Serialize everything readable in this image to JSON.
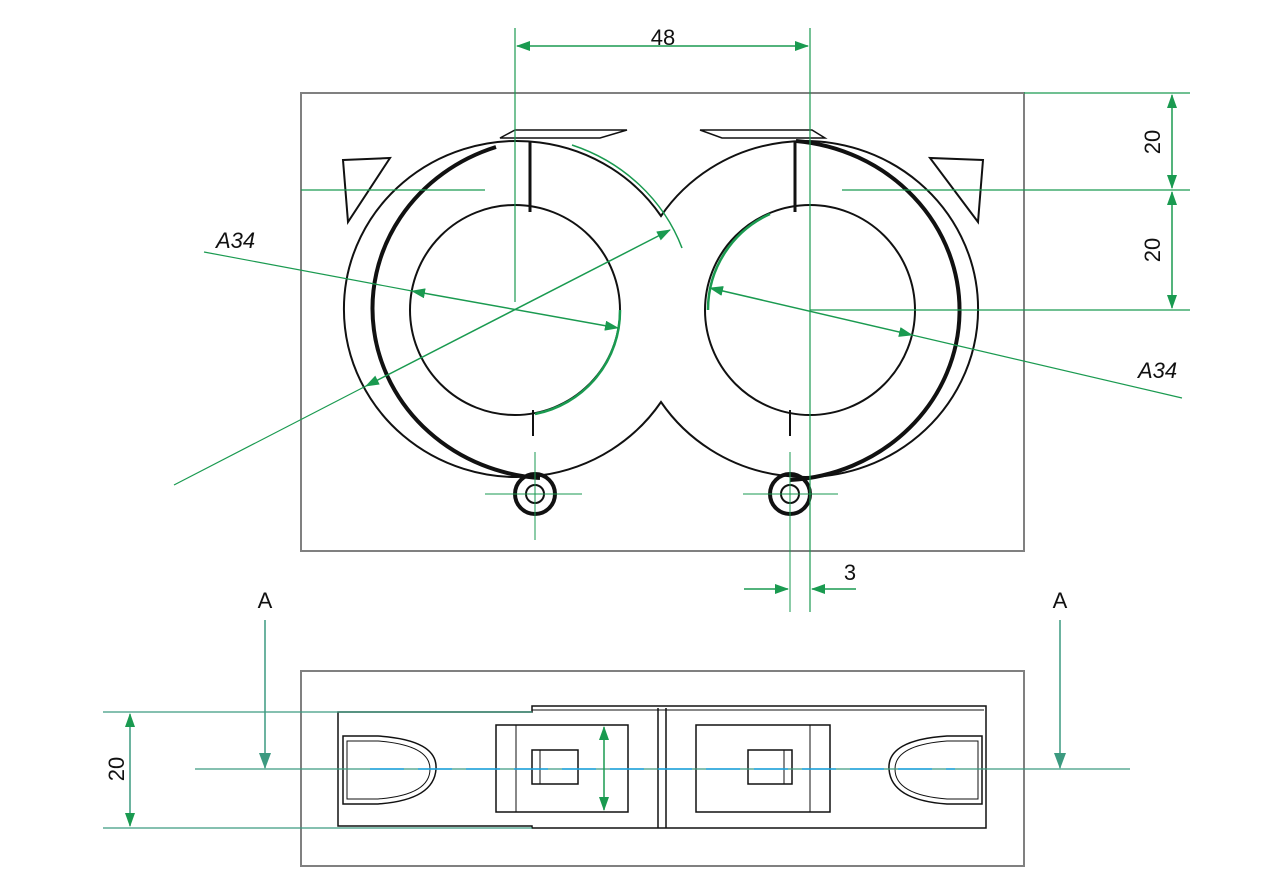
{
  "colors": {
    "outline": "#111111",
    "frame": "#808080",
    "dimension": "#1a9a50",
    "section": "#3c9a80",
    "centerline": "#1aa0e0"
  },
  "top_view": {
    "dim_center_spacing": "48",
    "dim_upper_height": "20",
    "dim_lower_height": "20",
    "dim_left_bore": "A34",
    "dim_right_bore": "A34",
    "dim_offset": "3"
  },
  "section_marks": {
    "left": "A",
    "right": "A"
  },
  "side_view": {
    "dim_height": "20"
  }
}
